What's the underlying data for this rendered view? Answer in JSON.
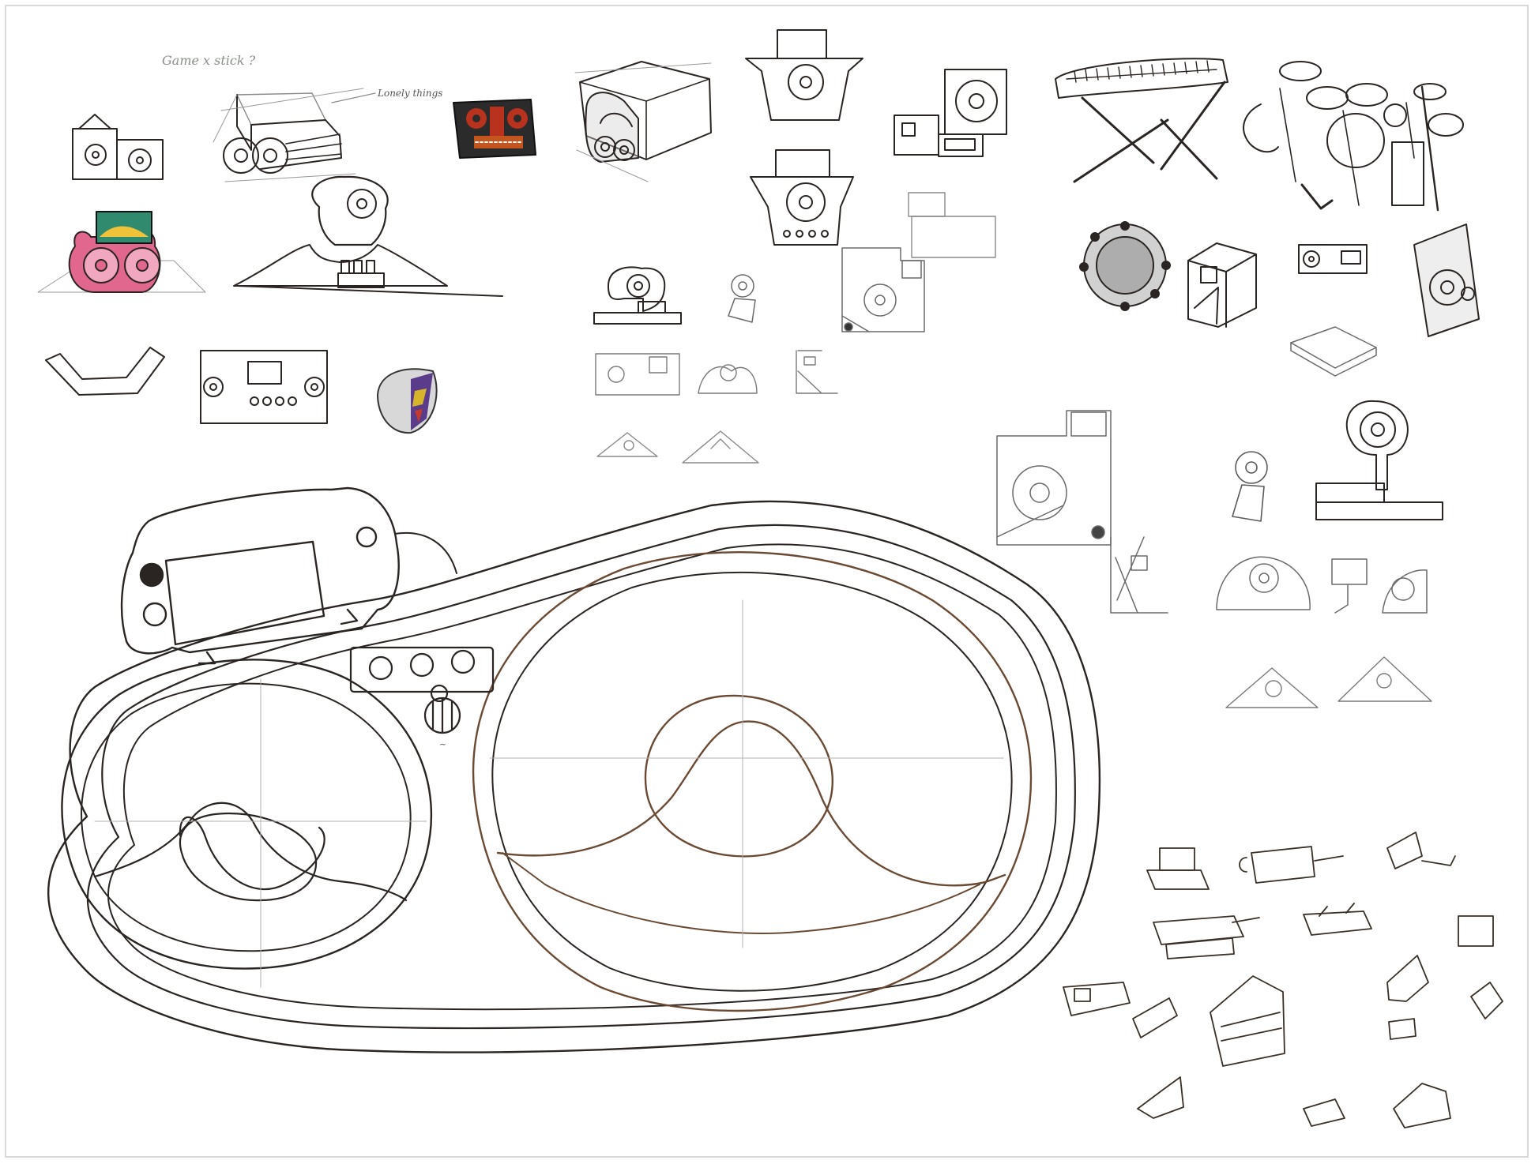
{
  "page": {
    "kind": "concept sketch sheet",
    "background": "#ffffff",
    "border_color": "#d9d9d9"
  },
  "notes": {
    "corner_label": "Game x stick ?",
    "arrow_label": "Lonely things"
  },
  "colors": {
    "ink": "#2a2522",
    "pencil": "#8a8a8a",
    "brown_ink": "#6b4a33",
    "pink_fill": "#e2678f",
    "red_fill": "#b8321e",
    "dark_fill": "#2b2b2b"
  },
  "icons": {
    "main": "handheld-console-speaker-sketch",
    "small": [
      "speaker-box-sketch",
      "tank-speaker-sketch",
      "pink-boombox-sketch",
      "drum-kit-sketch",
      "keyboard-stand-sketch",
      "camera-device-sketch"
    ]
  }
}
